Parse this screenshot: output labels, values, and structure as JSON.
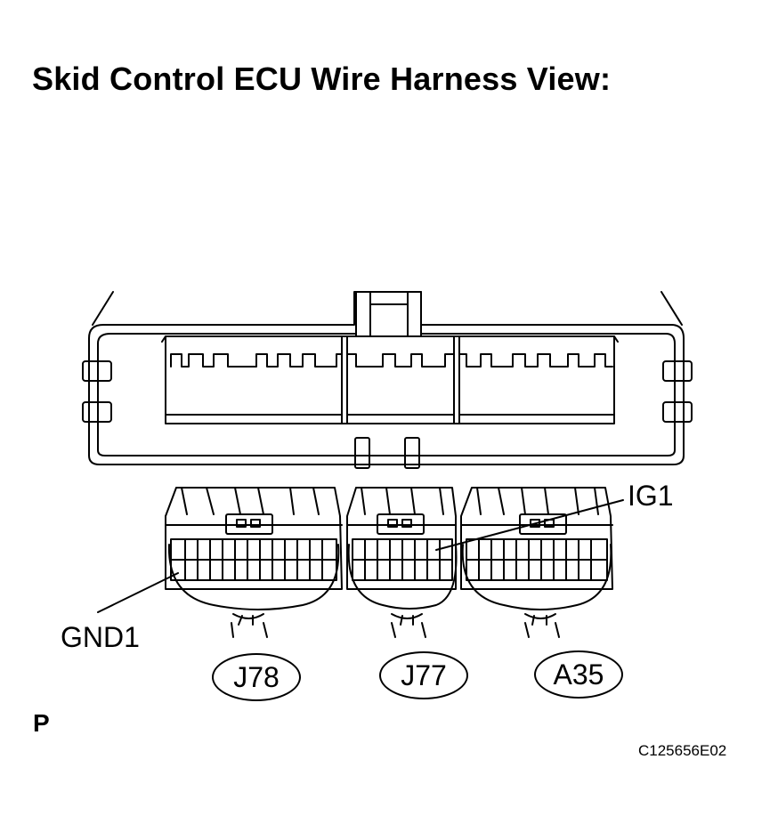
{
  "title": "Skid Control ECU Wire Harness View:",
  "terminal_labels": {
    "ig1": "IG1",
    "gnd1": "GND1"
  },
  "connectors": [
    {
      "id": "J78"
    },
    {
      "id": "J77"
    },
    {
      "id": "A35"
    }
  ],
  "view_letter": "P",
  "figure_code": "C125656E02"
}
